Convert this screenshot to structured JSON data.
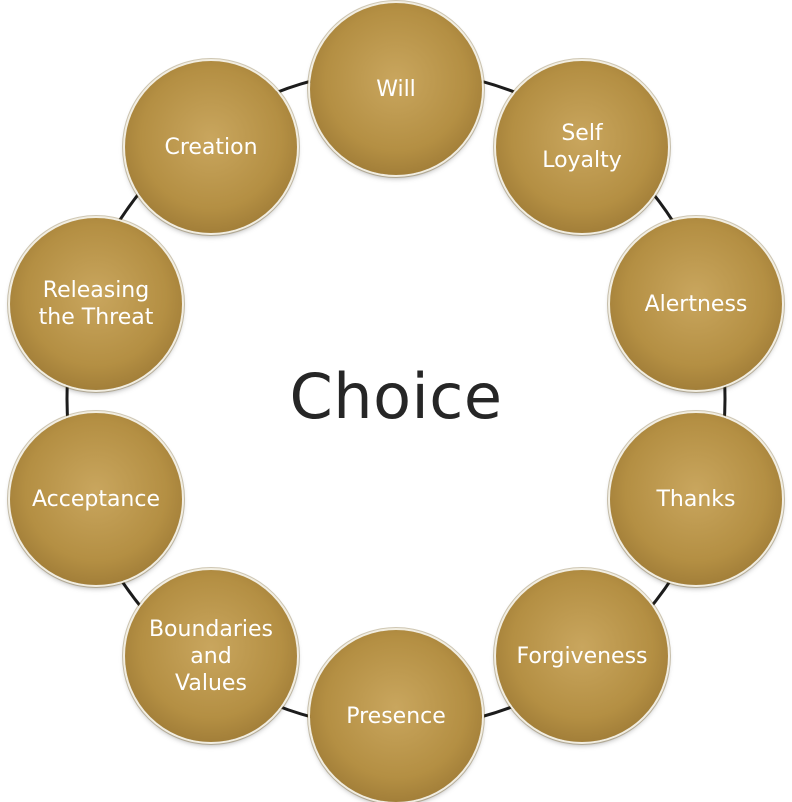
{
  "center_label": "Choice",
  "colors": {
    "node_fill": "#b48f43",
    "node_text": "#ffffff",
    "ring": "#1c1c1c",
    "center_text": "#262626"
  },
  "nodes": [
    {
      "label": "Will"
    },
    {
      "label": "Self\nLoyalty"
    },
    {
      "label": "Alertness"
    },
    {
      "label": "Thanks"
    },
    {
      "label": "Forgiveness"
    },
    {
      "label": "Presence"
    },
    {
      "label": "Boundaries\nand\nValues"
    },
    {
      "label": "Acceptance"
    },
    {
      "label": "Releasing\nthe Threat"
    },
    {
      "label": "Creation"
    }
  ]
}
